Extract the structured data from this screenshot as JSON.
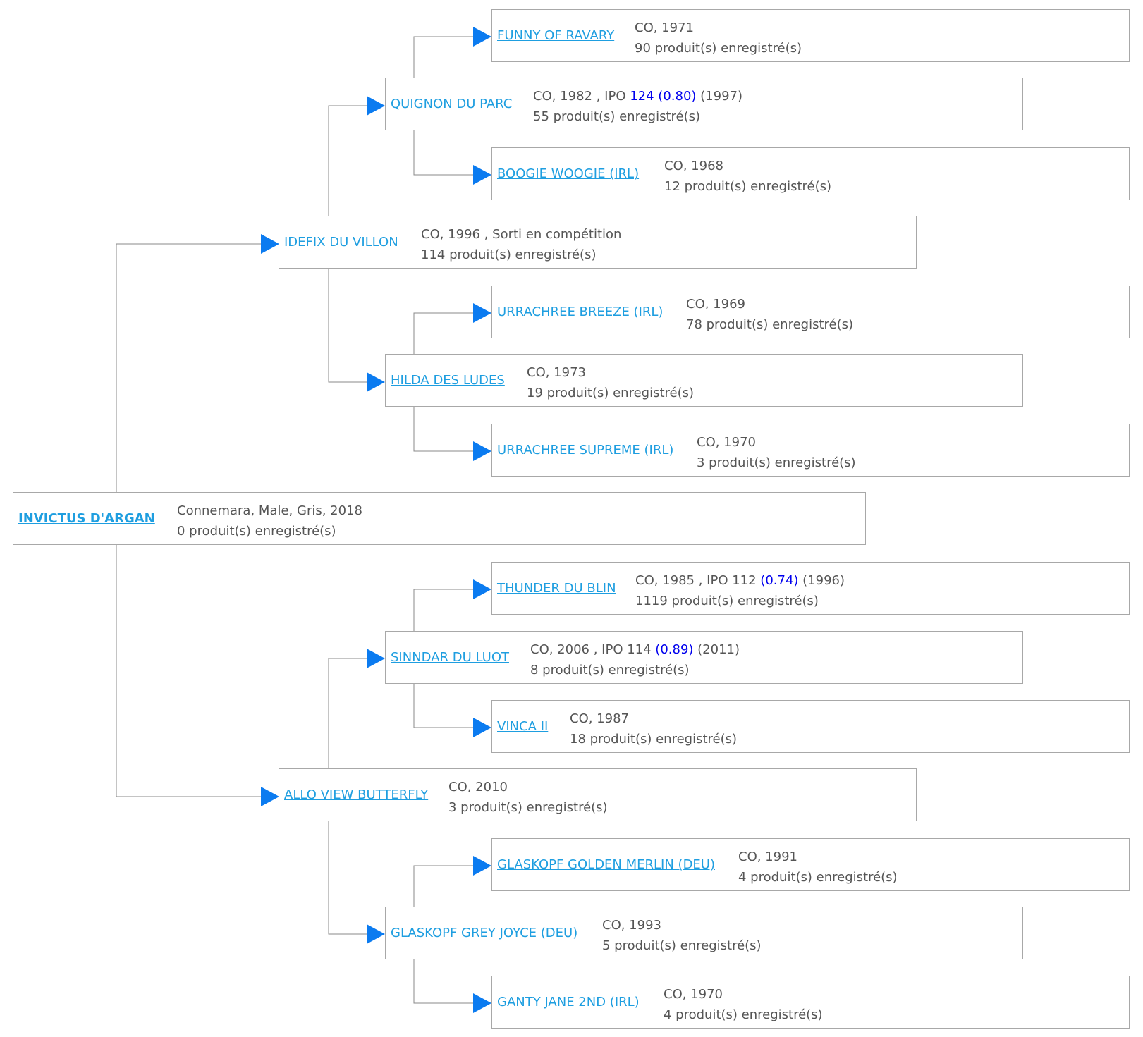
{
  "colors": {
    "link": "#1e9ee0",
    "text": "#555555",
    "highlight": "#0000ee",
    "arrow": "#0b7bf0",
    "border": "#a8a8a8"
  },
  "horses": {
    "root": {
      "name": "INVICTUS D'ARGAN",
      "info": "Connemara, Male, Gris, 2018",
      "products": "0 produit(s) enregistré(s)"
    },
    "s": {
      "name": "IDEFIX DU VILLON",
      "info": "CO, 1996 , Sorti en compétition",
      "products": "114 produit(s) enregistré(s)"
    },
    "d": {
      "name": "ALLO VIEW BUTTERFLY",
      "info": "CO, 2010",
      "products": "3 produit(s) enregistré(s)"
    },
    "ss": {
      "name": "QUIGNON DU PARC",
      "info": "CO, 1982 , IPO ",
      "ipo_val": "124 (0.80)",
      "ipo_year": " (1997)",
      "products": "55 produit(s) enregistré(s)"
    },
    "sd": {
      "name": "HILDA DES LUDES",
      "info": "CO, 1973",
      "products": "19 produit(s) enregistré(s)"
    },
    "ds": {
      "name": "SINNDAR DU LUOT",
      "info": "CO, 2006 , IPO 114 ",
      "ipo_val": "(0.89)",
      "ipo_year": " (2011)",
      "products": "8 produit(s) enregistré(s)"
    },
    "dd": {
      "name": "GLASKOPF GREY JOYCE (DEU)",
      "info": "CO, 1993",
      "products": "5 produit(s) enregistré(s)"
    },
    "sss": {
      "name": "FUNNY OF RAVARY",
      "info": "CO, 1971",
      "products": "90 produit(s) enregistré(s)"
    },
    "ssd": {
      "name": "BOOGIE WOOGIE (IRL)",
      "info": "CO, 1968",
      "products": "12 produit(s) enregistré(s)"
    },
    "sds": {
      "name": "URRACHREE BREEZE (IRL)",
      "info": "CO, 1969",
      "products": "78 produit(s) enregistré(s)"
    },
    "sdd": {
      "name": "URRACHREE SUPREME (IRL)",
      "info": "CO, 1970",
      "products": "3 produit(s) enregistré(s)"
    },
    "dss": {
      "name": "THUNDER DU BLIN",
      "info": "CO, 1985 , IPO 112 ",
      "ipo_val": "(0.74)",
      "ipo_year": " (1996)",
      "products": "1119 produit(s) enregistré(s)"
    },
    "dsd": {
      "name": "VINCA II",
      "info": "CO, 1987",
      "products": "18 produit(s) enregistré(s)"
    },
    "dds": {
      "name": "GLASKOPF GOLDEN MERLIN (DEU)",
      "info": "CO, 1991",
      "products": "4 produit(s) enregistré(s)"
    },
    "ddd": {
      "name": "GANTY JANE 2ND (IRL)",
      "info": "CO, 1970",
      "products": "4 produit(s) enregistré(s)"
    }
  }
}
